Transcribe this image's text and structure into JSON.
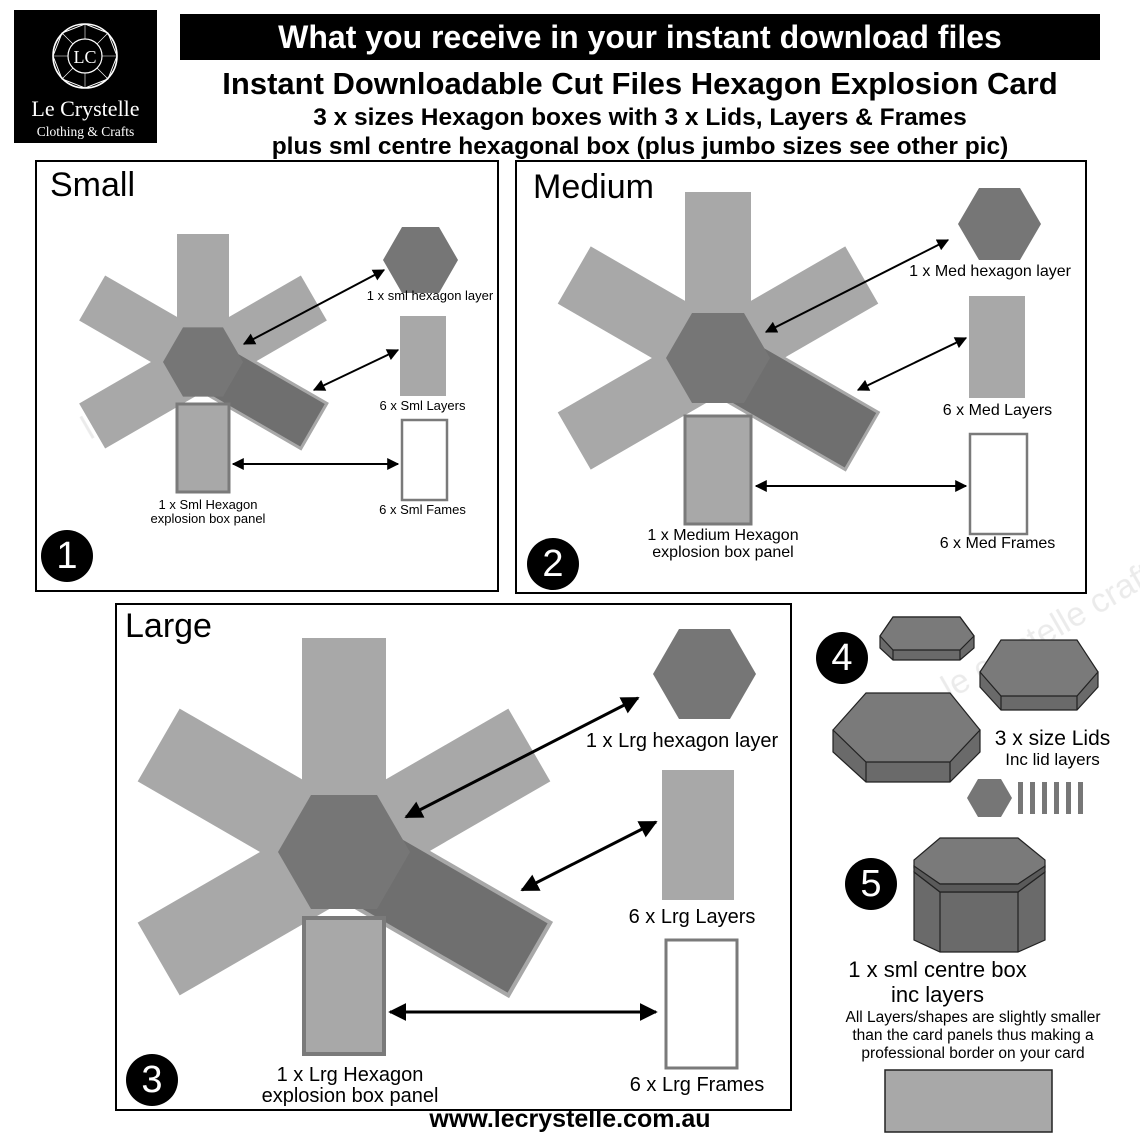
{
  "logo": {
    "monogram": "LC",
    "name": "Le Crystelle",
    "tagline": "Clothing & Crafts"
  },
  "banner": "What you receive in your instant download files",
  "headline": "Instant Downloadable Cut Files Hexagon Explosion Card",
  "subheadline_1": "3 x sizes Hexagon boxes with 3 x Lids, Layers & Frames",
  "subheadline_2": "plus sml centre hexagonal box (plus jumbo sizes see other pic)",
  "watermark": "le crystelle crafts",
  "colors": {
    "panel_light": "#a8a8a8",
    "panel_dark": "#6f6f6f",
    "hexagon": "#767676",
    "frame_border": "#7a7a7a"
  },
  "small": {
    "title": "Small",
    "number": "1",
    "hex_layer_label": "1 x sml hexagon layer",
    "layers_label": "6 x Sml Layers",
    "frames_label": "6 x Sml Fames",
    "panel_label_1": "1 x Sml Hexagon",
    "panel_label_2": "explosion box panel"
  },
  "medium": {
    "title": "Medium",
    "number": "2",
    "hex_layer_label": "1 x Med hexagon layer",
    "layers_label": "6 x Med Layers",
    "frames_label": "6 x Med Frames",
    "panel_label_1": "1 x Medium Hexagon",
    "panel_label_2": "explosion box panel"
  },
  "large": {
    "title": "Large",
    "number": "3",
    "hex_layer_label": "1 x Lrg hexagon layer",
    "layers_label": "6 x Lrg Layers",
    "frames_label": "6 x Lrg Frames",
    "panel_label_1": "1 x Lrg Hexagon",
    "panel_label_2": "explosion box panel"
  },
  "lids": {
    "number": "4",
    "label_1": "3 x size Lids",
    "label_2": "Inc lid layers"
  },
  "centre_box": {
    "number": "5",
    "label_1": "1 x sml centre box",
    "label_2": "inc layers",
    "note_1": "All Layers/shapes are slightly smaller",
    "note_2": "than the card panels thus making a",
    "note_3": "professional border on your card"
  },
  "footer_url": "www.lecrystelle.com.au"
}
